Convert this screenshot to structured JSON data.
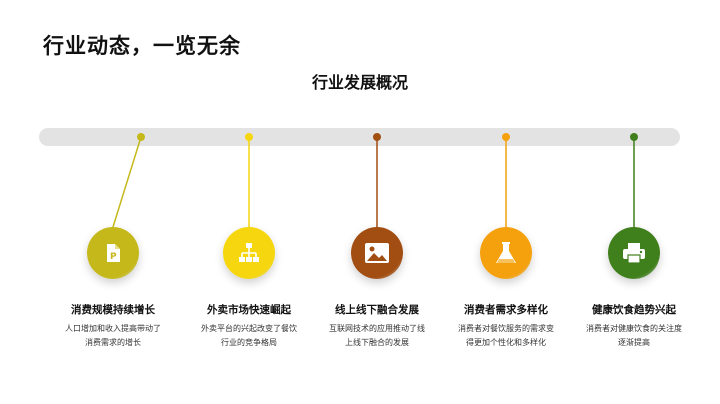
{
  "slide": {
    "title": "行业动态，一览无余",
    "subtitle": "行业发展概况"
  },
  "items": [
    {
      "title": "消费规模持续增长",
      "desc": "人口增加和收入提高带动了消费需求的增长",
      "icon": "document-icon",
      "color": "#c5b81a"
    },
    {
      "title": "外卖市场快速崛起",
      "desc": "外卖平台的兴起改变了餐饮行业的竞争格局",
      "icon": "org-chart-icon",
      "color": "#f5d60f"
    },
    {
      "title": "线上线下融合发展",
      "desc": "互联网技术的应用推动了线上线下融合的发展",
      "icon": "image-icon",
      "color": "#a24d12"
    },
    {
      "title": "消费者需求多样化",
      "desc": "消费者对餐饮服务的需求变得更加个性化和多样化",
      "icon": "flask-icon",
      "color": "#f4a10d"
    },
    {
      "title": "健康饮食趋势兴起",
      "desc": "消费者对健康饮食的关注度逐渐提高",
      "icon": "printer-icon",
      "color": "#3f7f1c"
    }
  ]
}
